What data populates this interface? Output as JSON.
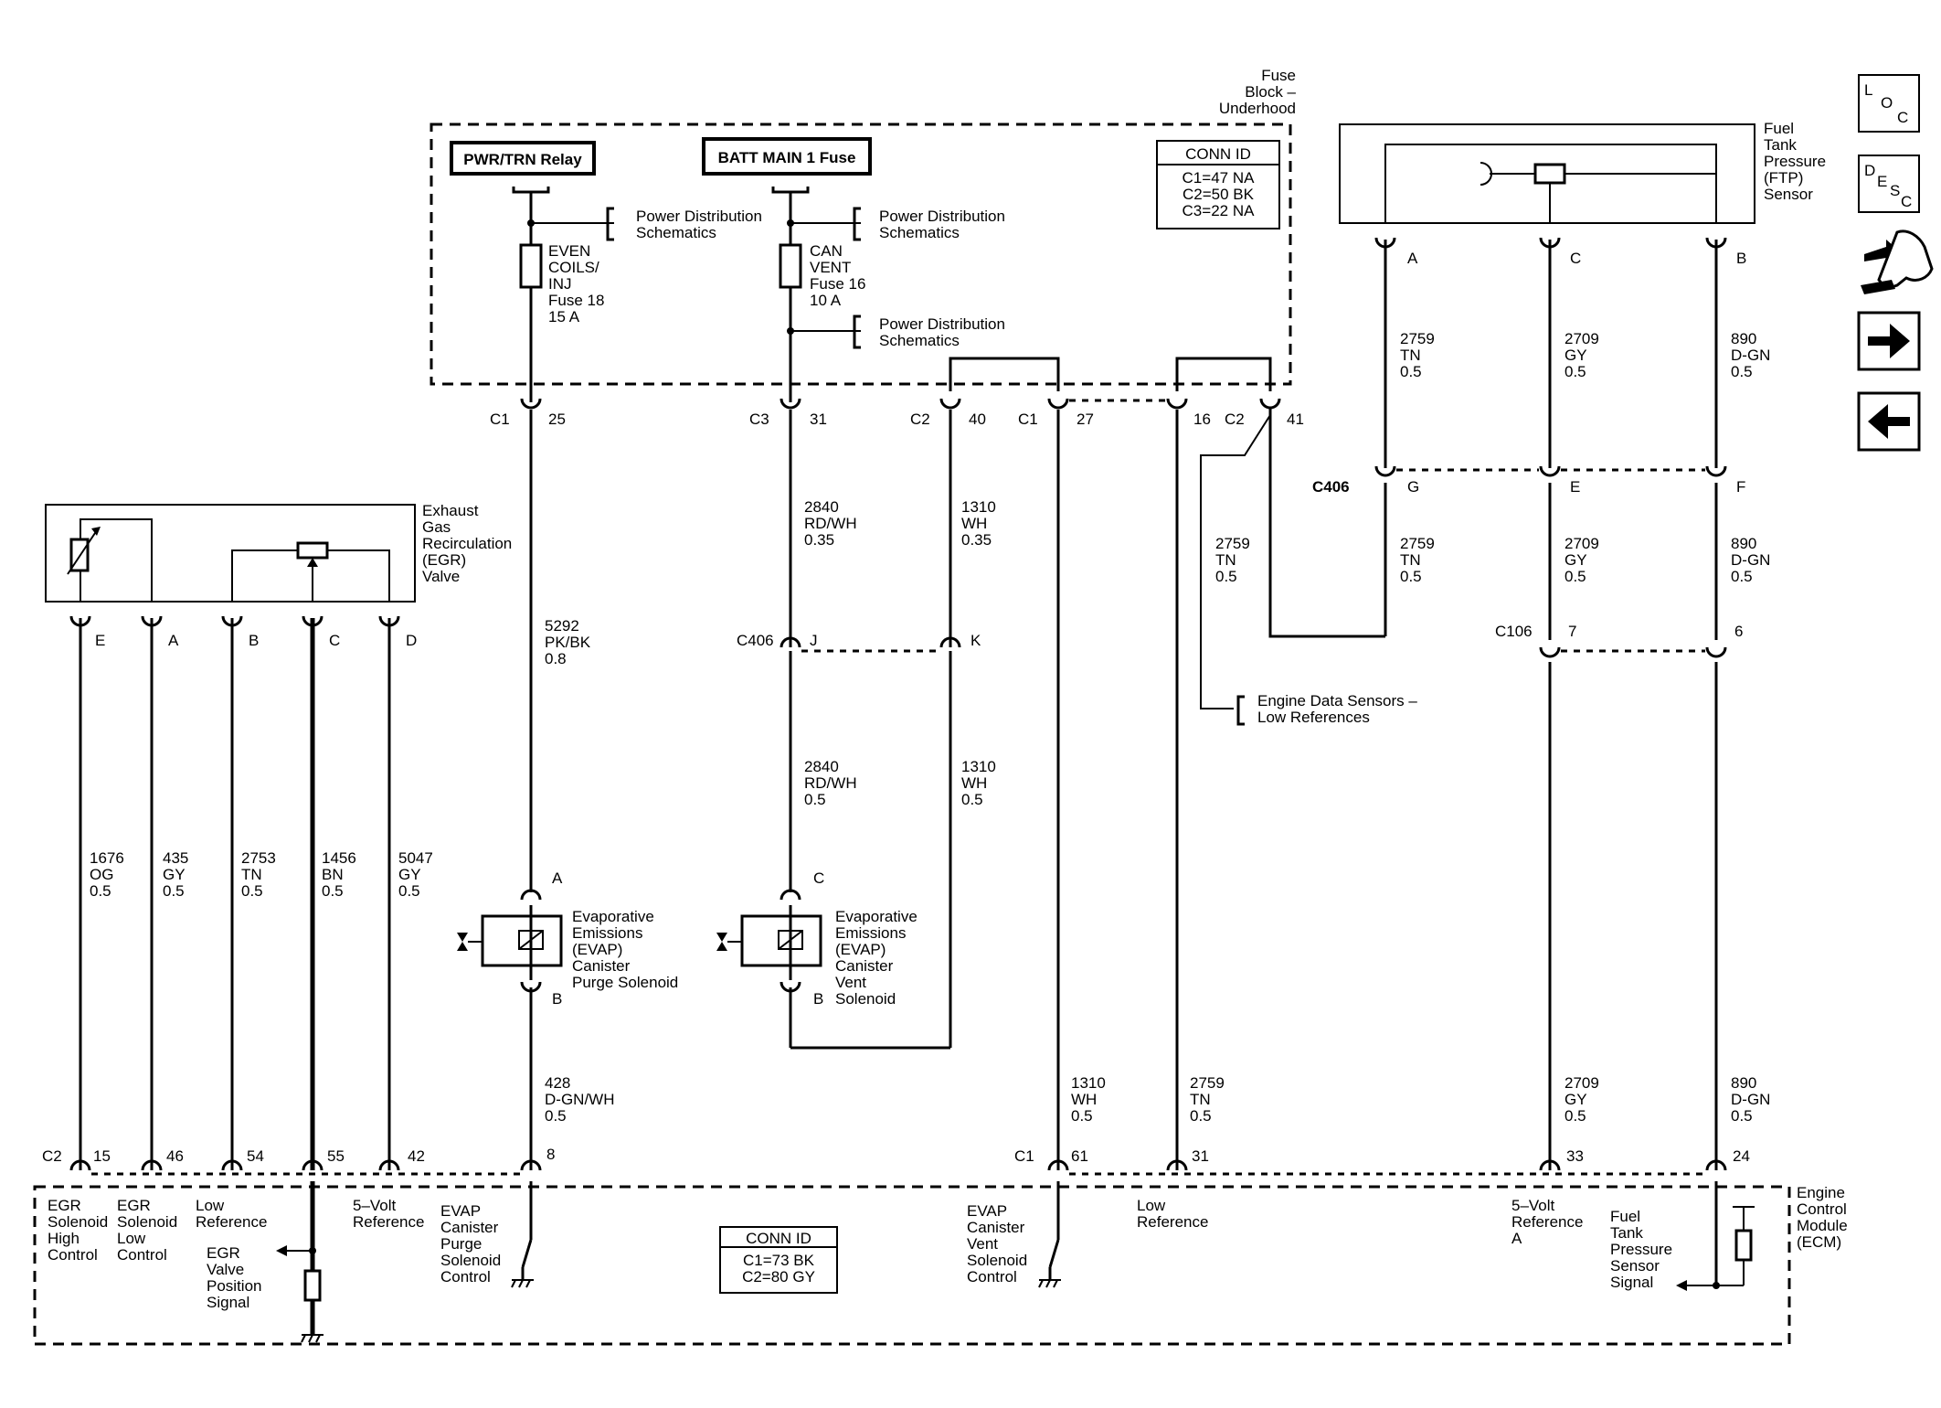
{
  "fuse_block": {
    "title": [
      "Fuse",
      "Block –",
      "Underhood"
    ],
    "pwr_relay": "PWR/TRN Relay",
    "batt_fuse": "BATT MAIN 1 Fuse",
    "conn_id": {
      "title": "CONN ID",
      "lines": [
        "C1=47 NA",
        "C2=50 BK",
        "C3=22 NA"
      ]
    },
    "power_dist": [
      "Power Distribution",
      "Schematics"
    ],
    "fuse18": [
      "EVEN",
      "COILS/",
      "INJ",
      "Fuse 18",
      "15 A"
    ],
    "fuse16": [
      "CAN",
      "VENT",
      "Fuse 16",
      "10 A"
    ]
  },
  "ftp_sensor": {
    "title": [
      "Fuel",
      "Tank",
      "Pressure",
      "(FTP)",
      "Sensor"
    ],
    "pins": [
      "A",
      "C",
      "B"
    ]
  },
  "egr_valve": {
    "title": [
      "Exhaust",
      "Gas",
      "Recirculation",
      "(EGR)",
      "Valve"
    ],
    "pins": [
      "E",
      "A",
      "B",
      "C",
      "D"
    ]
  },
  "connectors": {
    "c1_25": [
      "C1",
      "25"
    ],
    "c3_31": [
      "C3",
      "31"
    ],
    "c2_40": [
      "C2",
      "40"
    ],
    "c1_27": [
      "C1",
      "27"
    ],
    "c2_16_41": [
      "16",
      "C2",
      "41"
    ],
    "c406_top": [
      "C406",
      "G",
      "E",
      "F"
    ],
    "c406_mid": [
      "C406",
      "J",
      "K"
    ],
    "c106": [
      "C106",
      "7",
      "6"
    ],
    "ecm_left": [
      "C2",
      "15",
      "46",
      "54",
      "55",
      "42",
      "8"
    ],
    "ecm_right": [
      "C1",
      "61",
      "31",
      "33",
      "24"
    ]
  },
  "wires": {
    "ftp_a": [
      "2759",
      "TN",
      "0.5"
    ],
    "ftp_c": [
      "2709",
      "GY",
      "0.5"
    ],
    "ftp_b": [
      "890",
      "D-GN",
      "0.5"
    ],
    "c406_g": [
      "2759",
      "TN",
      "0.5"
    ],
    "c406_e": [
      "2709",
      "GY",
      "0.5"
    ],
    "c406_f": [
      "890",
      "D-GN",
      "0.5"
    ],
    "c2_41": [
      "2759",
      "TN",
      "0.5"
    ],
    "w2840a": [
      "2840",
      "RD/WH",
      "0.35"
    ],
    "w1310a": [
      "1310",
      "WH",
      "0.35"
    ],
    "w2840b": [
      "2840",
      "RD/WH",
      "0.5"
    ],
    "w1310b": [
      "1310",
      "WH",
      "0.5"
    ],
    "w5292": [
      "5292",
      "PK/BK",
      "0.8"
    ],
    "w428": [
      "428",
      "D-GN/WH",
      "0.5"
    ],
    "w1676": [
      "1676",
      "OG",
      "0.5"
    ],
    "w435": [
      "435",
      "GY",
      "0.5"
    ],
    "w2753": [
      "2753",
      "TN",
      "0.5"
    ],
    "w1456": [
      "1456",
      "BN",
      "0.5"
    ],
    "w5047": [
      "5047",
      "GY",
      "0.5"
    ],
    "w1310c": [
      "1310",
      "WH",
      "0.5"
    ],
    "w2759c": [
      "2759",
      "TN",
      "0.5"
    ],
    "w2709c": [
      "2709",
      "GY",
      "0.5"
    ],
    "w890c": [
      "890",
      "D-GN",
      "0.5"
    ]
  },
  "engine_data": [
    "Engine Data Sensors –",
    "Low References"
  ],
  "evap_purge": {
    "pins": [
      "A",
      "B"
    ],
    "label": [
      "Evaporative",
      "Emissions",
      "(EVAP)",
      "Canister",
      "Purge Solenoid"
    ]
  },
  "evap_vent": {
    "pins": [
      "C",
      "B"
    ],
    "label": [
      "Evaporative",
      "Emissions",
      "(EVAP)",
      "Canister",
      "Vent",
      "Solenoid"
    ]
  },
  "ecm": {
    "title": [
      "Engine",
      "Control",
      "Module",
      "(ECM)"
    ],
    "conn_id": {
      "title": "CONN ID",
      "lines": [
        "C1=73 BK",
        "C2=80 GY"
      ]
    },
    "labels": {
      "egr_high": [
        "EGR",
        "Solenoid",
        "High",
        "Control"
      ],
      "egr_low": [
        "EGR",
        "Solenoid",
        "Low",
        "Control"
      ],
      "low_ref1": [
        "Low",
        "Reference"
      ],
      "egr_pos": [
        "EGR",
        "Valve",
        "Position",
        "Signal"
      ],
      "v5_ref": [
        "5–Volt",
        "Reference"
      ],
      "evap_purge_ctl": [
        "EVAP",
        "Canister",
        "Purge",
        "Solenoid",
        "Control"
      ],
      "evap_vent_ctl": [
        "EVAP",
        "Canister",
        "Vent",
        "Solenoid",
        "Control"
      ],
      "low_ref2": [
        "Low",
        "Reference"
      ],
      "v5_ref_a": [
        "5–Volt",
        "Reference",
        "A"
      ],
      "ftp_signal": [
        "Fuel",
        "Tank",
        "Pressure",
        "Sensor",
        "Signal"
      ]
    }
  },
  "nav": {
    "loc": [
      "L",
      "O",
      "C"
    ],
    "desc": [
      "D",
      "E",
      "S",
      "C"
    ]
  }
}
